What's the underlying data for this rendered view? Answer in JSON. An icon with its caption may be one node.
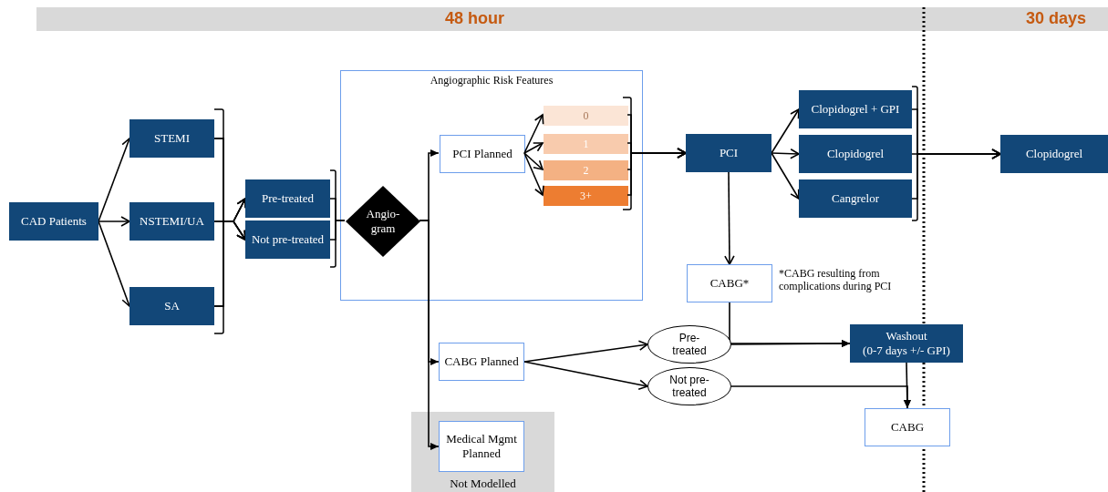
{
  "diagram": {
    "nodes": [
      {
        "text": [
          "CAD Patients"
        ]
      },
      {
        "text": [
          "STEMI"
        ]
      },
      {
        "text": [
          "NSTEMI/UA"
        ]
      },
      {
        "text": [
          "SA"
        ]
      },
      {
        "text": [
          "Pre-treated"
        ]
      },
      {
        "text": [
          "Not pre-treated"
        ]
      },
      {
        "text": [
          "Angiographic Risk Features"
        ]
      },
      {
        "text": [
          "Angio-gram"
        ],
        "in": 6
      },
      {
        "text": [
          "PCI Planned"
        ],
        "in": 6
      },
      {
        "text": [
          "0"
        ],
        "in": 6
      },
      {
        "text": [
          "1"
        ],
        "in": 6
      },
      {
        "text": [
          "2"
        ],
        "in": 6
      },
      {
        "text": [
          "3+"
        ],
        "in": 6
      },
      {
        "text": [
          "PCI"
        ]
      },
      {
        "text": [
          "Clopidogrel + GPI"
        ]
      },
      {
        "text": [
          "Clopidogrel"
        ]
      },
      {
        "text": [
          "Cangrelor"
        ]
      },
      {
        "text": [
          "Clopidogrel"
        ]
      },
      {
        "text": [
          "CABG*"
        ],
        "beside": [
          "*CABG resulting from complications during PCI"
        ]
      },
      {
        "text": [
          "CABG Planned"
        ]
      },
      {
        "text": [
          "Pre-treated"
        ]
      },
      {
        "text": [
          "Not pre-treated"
        ]
      },
      {
        "text": [
          "Washout",
          "(0-7 days +/- GPI)"
        ]
      },
      {
        "text": [
          "CABG"
        ]
      },
      {
        "text": [
          "Not Modelled"
        ]
      },
      {
        "text": [
          "Medical Mgmt Planned"
        ],
        "in": 24
      }
    ],
    "edges": [
      {
        "from": 0,
        "to": 1,
        "arrow": "to"
      },
      {
        "from": 0,
        "to": 2,
        "arrow": "to"
      },
      {
        "from": 0,
        "to": 3,
        "arrow": "to"
      },
      {
        "from": 1,
        "to": 4,
        "arrow": "to"
      },
      {
        "from": 1,
        "to": 5,
        "arrow": "to"
      },
      {
        "from": 2,
        "to": 4,
        "arrow": "to"
      },
      {
        "from": 2,
        "to": 5,
        "arrow": "to"
      },
      {
        "from": 3,
        "to": 4,
        "arrow": "to"
      },
      {
        "from": 3,
        "to": 5,
        "arrow": "to"
      },
      {
        "from": 4,
        "to": 7,
        "arrow": "none"
      },
      {
        "from": 5,
        "to": 7,
        "arrow": "none"
      },
      {
        "from": 7,
        "to": 8,
        "arrow": "to"
      },
      {
        "from": 7,
        "to": 19,
        "arrow": "to"
      },
      {
        "from": 7,
        "to": 25,
        "arrow": "to"
      },
      {
        "from": 8,
        "to": 9,
        "arrow": "to"
      },
      {
        "from": 8,
        "to": 10,
        "arrow": "to"
      },
      {
        "from": 8,
        "to": 11,
        "arrow": "to"
      },
      {
        "from": 8,
        "to": 12,
        "arrow": "to"
      },
      {
        "from": 9,
        "to": 13,
        "arrow": "to"
      },
      {
        "from": 10,
        "to": 13,
        "arrow": "to"
      },
      {
        "from": 11,
        "to": 13,
        "arrow": "to"
      },
      {
        "from": 12,
        "to": 13,
        "arrow": "to"
      },
      {
        "from": 13,
        "to": 14,
        "arrow": "to"
      },
      {
        "from": 13,
        "to": 15,
        "arrow": "to"
      },
      {
        "from": 13,
        "to": 16,
        "arrow": "to"
      },
      {
        "from": 14,
        "to": 17,
        "arrow": "to"
      },
      {
        "from": 15,
        "to": 17,
        "arrow": "to"
      },
      {
        "from": 16,
        "to": 17,
        "arrow": "to"
      },
      {
        "from": 13,
        "to": 18,
        "arrow": "to"
      },
      {
        "from": 19,
        "to": 20,
        "arrow": "to"
      },
      {
        "from": 19,
        "to": 21,
        "arrow": "to"
      },
      {
        "from": 18,
        "to": 22,
        "arrow": "to"
      },
      {
        "from": 20,
        "to": 22,
        "arrow": "to"
      },
      {
        "from": 21,
        "to": 23,
        "arrow": "to"
      },
      {
        "from": 22,
        "to": 23,
        "arrow": "to"
      }
    ],
    "labels": [
      "48 hour",
      "30 days"
    ]
  }
}
